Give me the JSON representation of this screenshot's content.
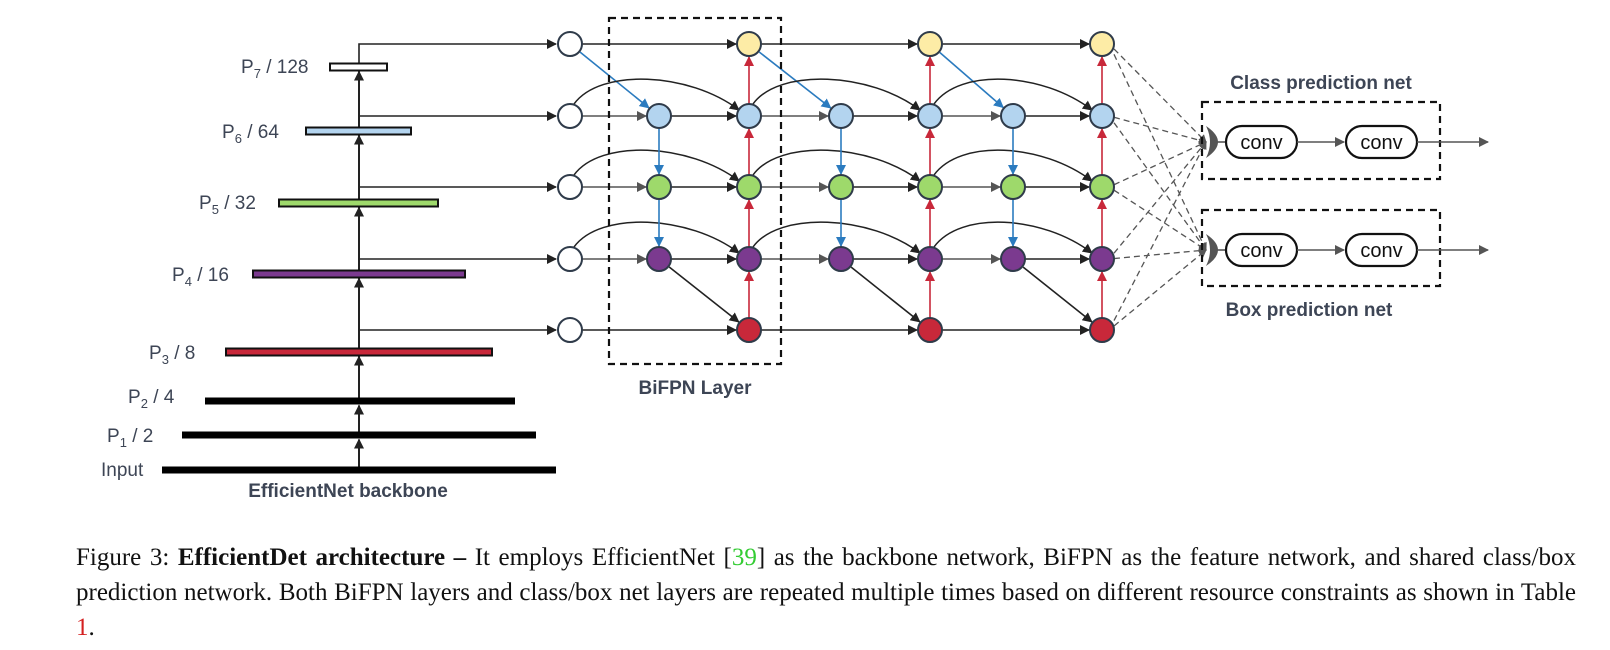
{
  "backbone": {
    "title": "EfficientNet backbone",
    "levels": [
      {
        "base": "Input",
        "sub": "",
        "rest": "",
        "color": "#000000"
      },
      {
        "base": "P",
        "sub": "1",
        "rest": " / 2",
        "color": "#000000"
      },
      {
        "base": "P",
        "sub": "2",
        "rest": " / 4",
        "color": "#000000"
      },
      {
        "base": "P",
        "sub": "3",
        "rest": " / 8",
        "color": "#c8283a"
      },
      {
        "base": "P",
        "sub": "4",
        "rest": " / 16",
        "color": "#7b3a8f"
      },
      {
        "base": "P",
        "sub": "5",
        "rest": " / 32",
        "color": "#9ed96b"
      },
      {
        "base": "P",
        "sub": "6",
        "rest": " / 64",
        "color": "#b3d4ef"
      },
      {
        "base": "P",
        "sub": "7",
        "rest": " / 128",
        "color": "#ffffff"
      }
    ]
  },
  "bifpn": {
    "layer_label": "BiFPN Layer",
    "node_colors": [
      "#fdeca6",
      "#b3d4ef",
      "#9ed96b",
      "#7b3a8f",
      "#c8283a"
    ],
    "input_node_color": "#ffffff",
    "edge_colors": {
      "top_down": "#2b7bbf",
      "bottom_up": "#c8283a",
      "lateral": "#222222"
    }
  },
  "heads": {
    "class_title": "Class prediction net",
    "box_title": "Box prediction net",
    "conv_label": "conv"
  },
  "caption": {
    "fig": "Figure 3: ",
    "title": "EfficientDet architecture –",
    "t1": " It employs EfficientNet [",
    "ref1": "39",
    "t2": "] as the backbone network, BiFPN as the feature network, and shared class/box prediction network. Both BiFPN layers and class/box net layers are repeated multiple times based on different resource constraints as shown in Table ",
    "ref2": "1",
    "t3": "."
  }
}
